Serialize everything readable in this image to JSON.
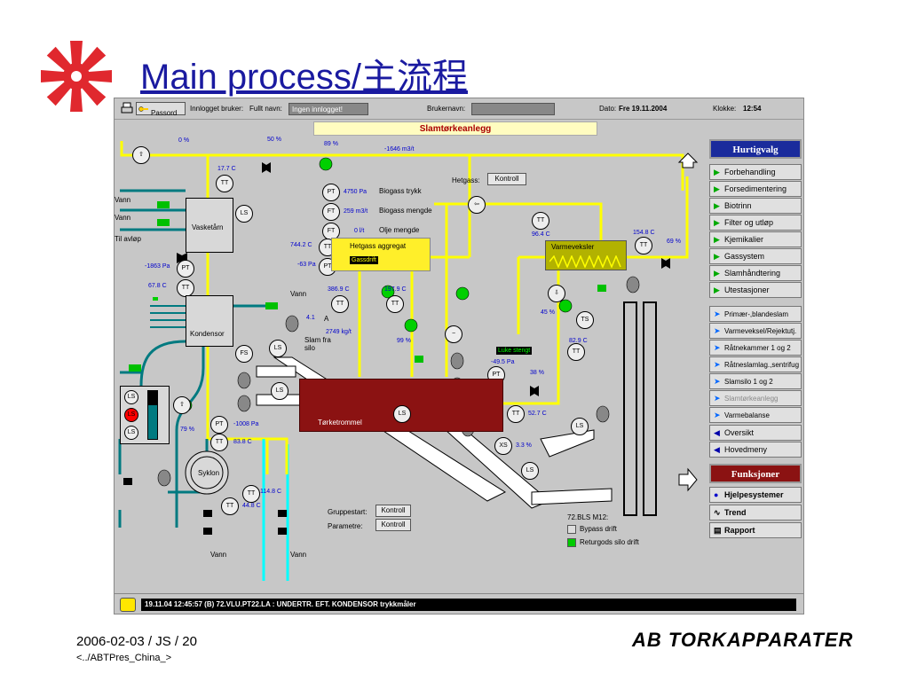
{
  "slide": {
    "title": "Main process/主流程",
    "footer_date": "2006-02-03 / JS / 20",
    "footer_path": "<../ABTPres_China_>",
    "brand": "AB TORKAPPARATER"
  },
  "topbar": {
    "password_button": "Passord",
    "logged_user_label": "Innlogget bruker:",
    "full_name_label": "Fullt navn:",
    "full_name_value": "Ingen innlogget!",
    "username_label": "Brukernavn:",
    "username_value": "",
    "date_label": "Dato:",
    "date_value": "Fre 19.11.2004",
    "clock_label": "Klokke:",
    "clock_value": "12:54"
  },
  "plant_title": "Slamtørkeanlegg",
  "process": {
    "valve_pct_1": "0 %",
    "valve_pct_2": "50 %",
    "fan_pct": "89 %",
    "flow_value": "-1646 m3/t",
    "temp_top": "17.7 C",
    "pt_value": "4750 Pa",
    "pt_label": "Biogass trykk",
    "ft1_value": "259 m3/t",
    "ft1_label": "Biogass mengde",
    "ft2_value": "0 l/t",
    "ft2_label": "Olje mengde",
    "hetgass_label": "Hetgass:",
    "kontroll_1": "Kontroll",
    "vann_1": "Vann",
    "vann_2": "Vann",
    "til_avlop": "Til avløp",
    "vasketarn": "Vasketårn",
    "tt_hg_temp": "744.2 C",
    "pt_hg_press": "-63 Pa",
    "hetgass_aggregat": "Hetgass aggregat",
    "gassdrift": "Gassdrift",
    "vv_temp_in": "96.4 C",
    "varmeveksler": "Varmeveksler",
    "pt_left": "-1863 Pa",
    "tt_left": "67.8 C",
    "vann_3": "Vann",
    "tt_386": "386.9 C",
    "tt_197": "197.9 C",
    "temp_154": "154.8 C",
    "valve_69": "69 %",
    "kondensor": "Kondensor",
    "val_41": "4.1",
    "unit_a": "A",
    "val_2749": "2749 kg/t",
    "slam_fra_silo": "Slam fra silo",
    "pct_99": "99 %",
    "pct_45": "45 %",
    "temp_829": "82.9 C",
    "luke_stengt": "Luke stengt",
    "pa_495": "-49.5 Pa",
    "pct_38": "38 %",
    "tørketrommel": "Tørketrommel",
    "temp_527": "52.7 C",
    "pa_1008": "-1008 Pa",
    "temp_838": "83.8 C",
    "pct_79": "79 %",
    "xs_33": "3.3 %",
    "syklon": "Syklon",
    "temp_1148": "114.8 C",
    "temp_448": "44.8 C",
    "gruppestart": "Gruppestart:",
    "kontroll_2": "Kontroll",
    "parametre": "Parametre:",
    "kontroll_3": "Kontroll",
    "bls_title": "72.BLS M12:",
    "bypass": "Bypass drift",
    "returgods": "Returgods silo drift",
    "vann_4": "Vann",
    "vann_5": "Vann"
  },
  "menu": {
    "hurtigvalg": "Hurtigvalg",
    "items_green": [
      "Forbehandling",
      "Forsedimentering",
      "Biotrinn",
      "Filter og utløp",
      "Kjemikalier",
      "Gassystem",
      "Slamhåndtering",
      "Utestasjoner"
    ],
    "items_blue": [
      "Primær-,blandeslam",
      "Varmeveksel/Rejektutj.",
      "Råtnekammer 1 og 2",
      "Råtneslamlag.,sentrifug",
      "Slamsilo 1 og 2",
      "Slamtørkeanlegg",
      "Varmebalanse"
    ],
    "oversikt": "Oversikt",
    "hovedmeny": "Hovedmeny",
    "funksjoner": "Funksjoner",
    "hjelp": "Hjelpesystemer",
    "trend": "Trend",
    "rapport": "Rapport"
  },
  "status_message": "19.11.04 12:45:57 (B) 72.VLU.PT22.LA : UNDERTR. EFT. KONDENSOR trykkmåler",
  "colors": {
    "hotgas": "#ffef2a",
    "dryer": "#8b1212",
    "water": "#007a80",
    "pipe_yellow": "#ffff00",
    "cyan": "#00ffff",
    "menu_blue": "#1a2b9c"
  }
}
